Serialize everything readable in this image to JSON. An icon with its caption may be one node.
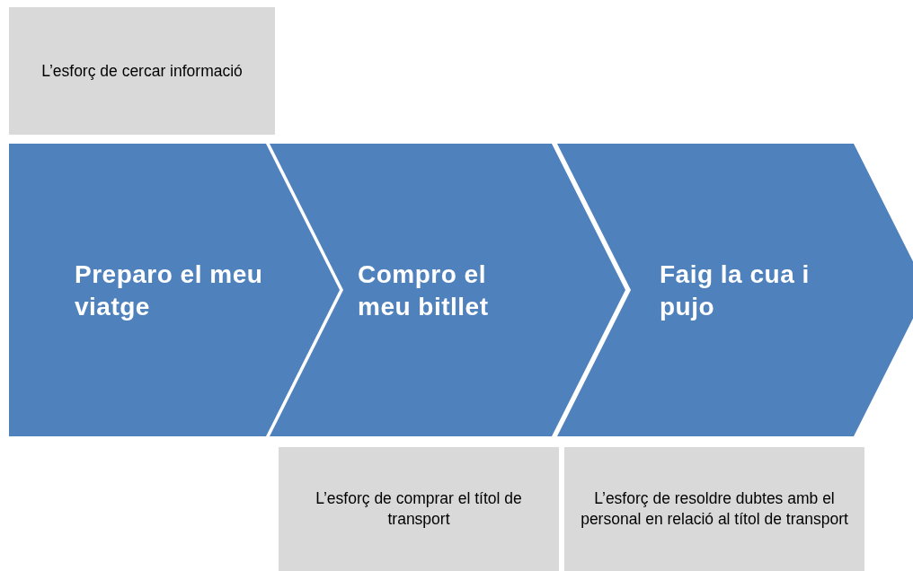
{
  "diagram": {
    "nodes": [
      {
        "text": [
          "L’esforç de cercar informació"
        ]
      },
      {
        "text": [
          "Preparo el meu viatge"
        ]
      },
      {
        "text": [
          "Compro el meu bitllet"
        ]
      },
      {
        "text": [
          "Faig la cua i pujo"
        ]
      },
      {
        "text": [
          "L’esforç de comprar el títol de transport"
        ]
      },
      {
        "text": [
          "L’esforç de resoldre dubtes amb el personal en relació al títol de transport"
        ]
      }
    ]
  }
}
